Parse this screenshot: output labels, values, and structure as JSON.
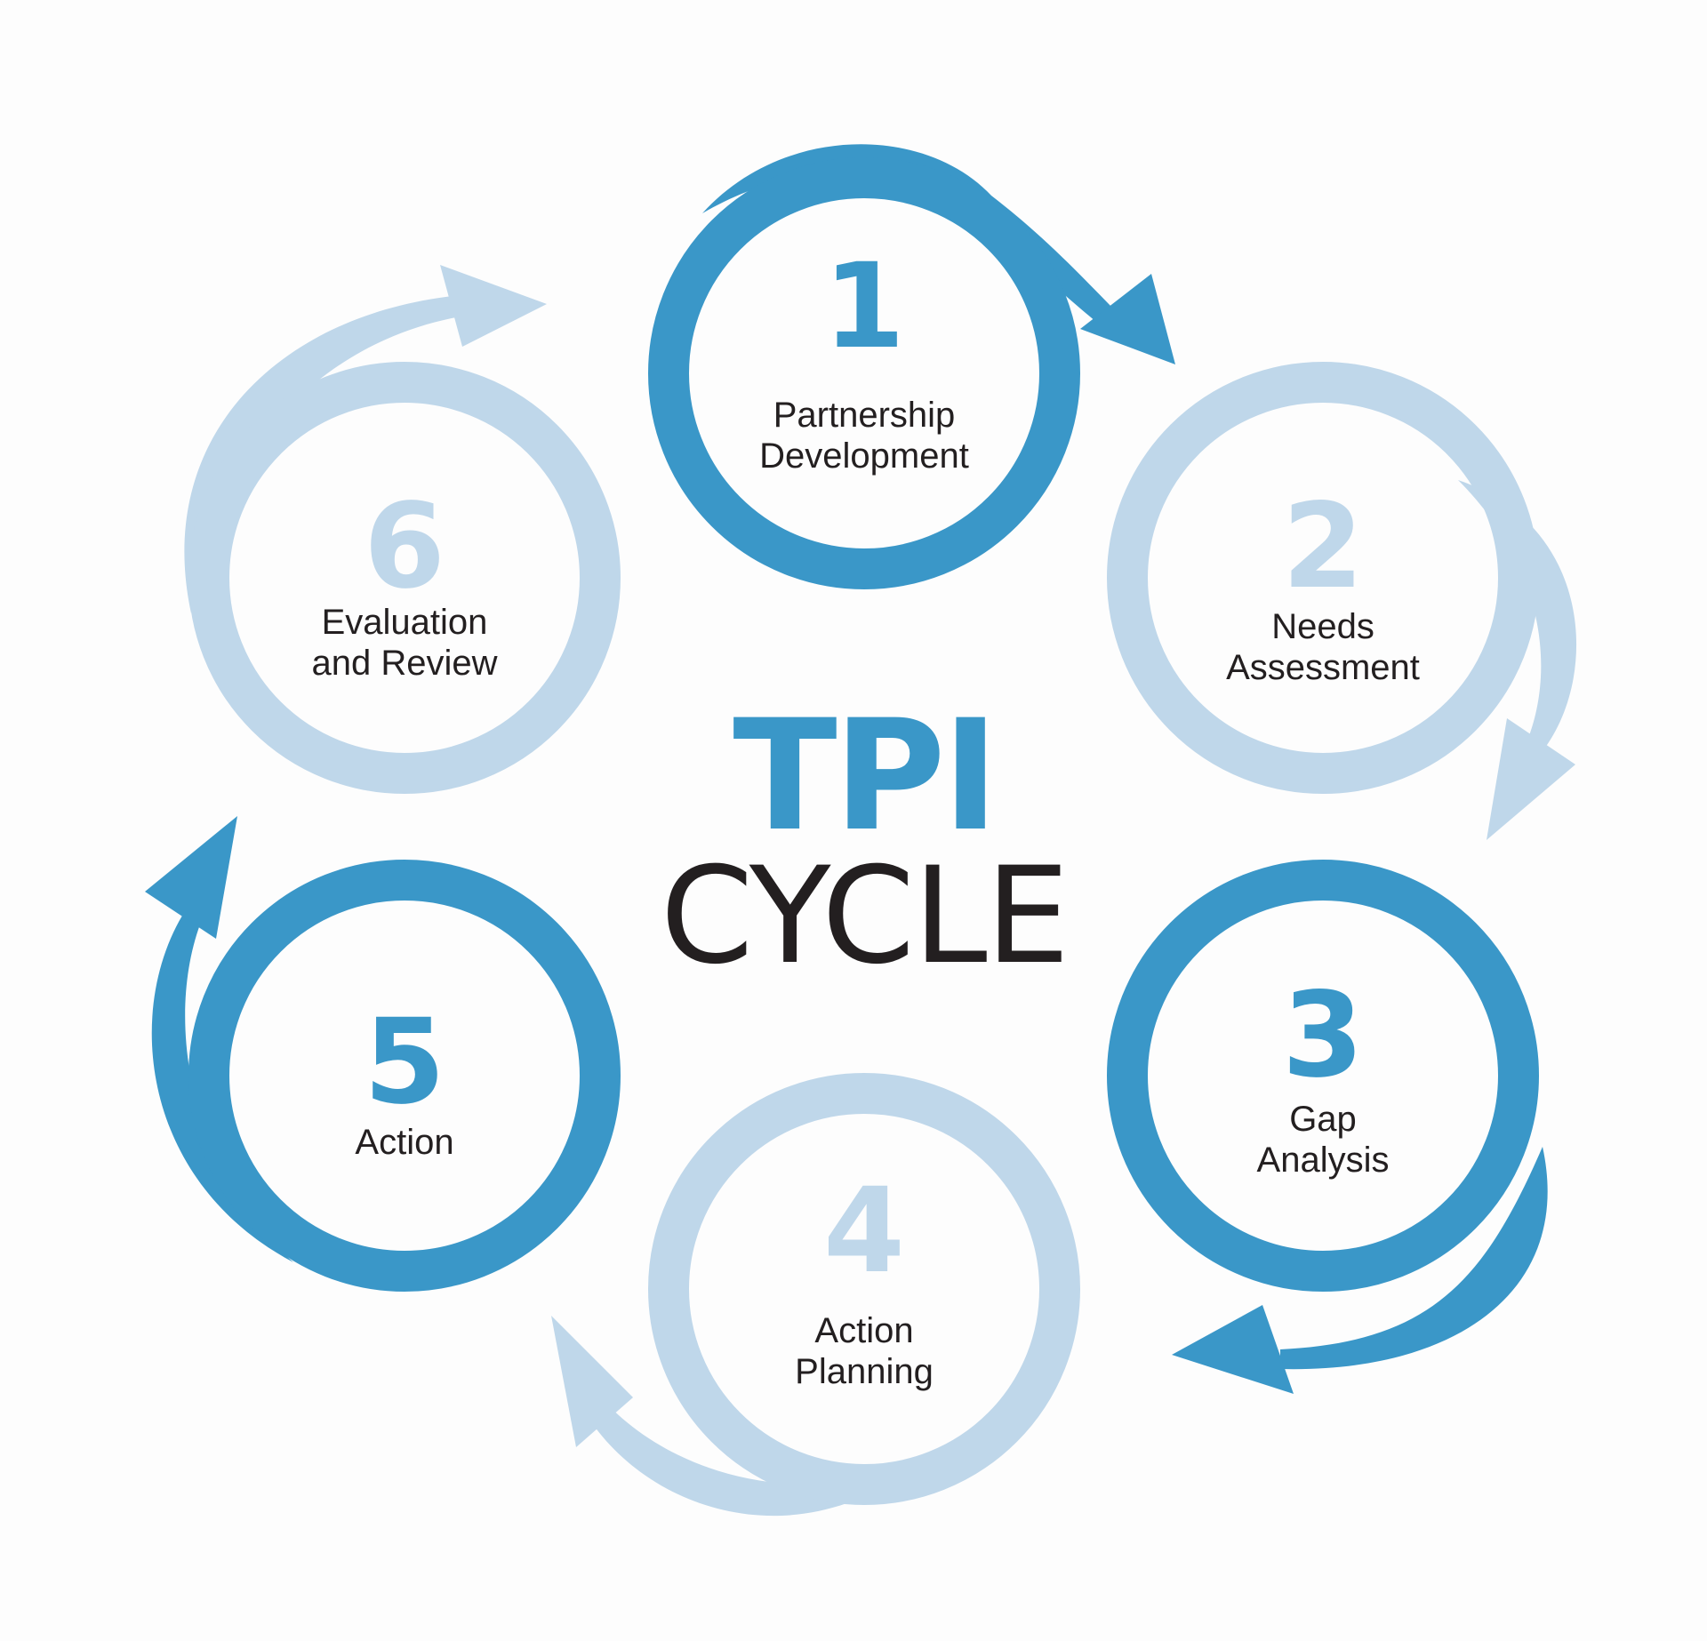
{
  "title": {
    "line1": "TPI",
    "line2": "CYCLE"
  },
  "colors": {
    "dark": "#3a97c8",
    "light": "#bfd7ea",
    "text": "#231f20"
  },
  "steps": [
    {
      "number": "1",
      "label_line1": "Partnership",
      "label_line2": "Development",
      "tone": "dark"
    },
    {
      "number": "2",
      "label_line1": "Needs",
      "label_line2": "Assessment",
      "tone": "light"
    },
    {
      "number": "3",
      "label_line1": "Gap",
      "label_line2": "Analysis",
      "tone": "dark"
    },
    {
      "number": "4",
      "label_line1": "Action",
      "label_line2": "Planning",
      "tone": "light"
    },
    {
      "number": "5",
      "label_line1": "Action",
      "label_line2": "",
      "tone": "dark"
    },
    {
      "number": "6",
      "label_line1": "Evaluation",
      "label_line2": "and Review",
      "tone": "light"
    }
  ]
}
